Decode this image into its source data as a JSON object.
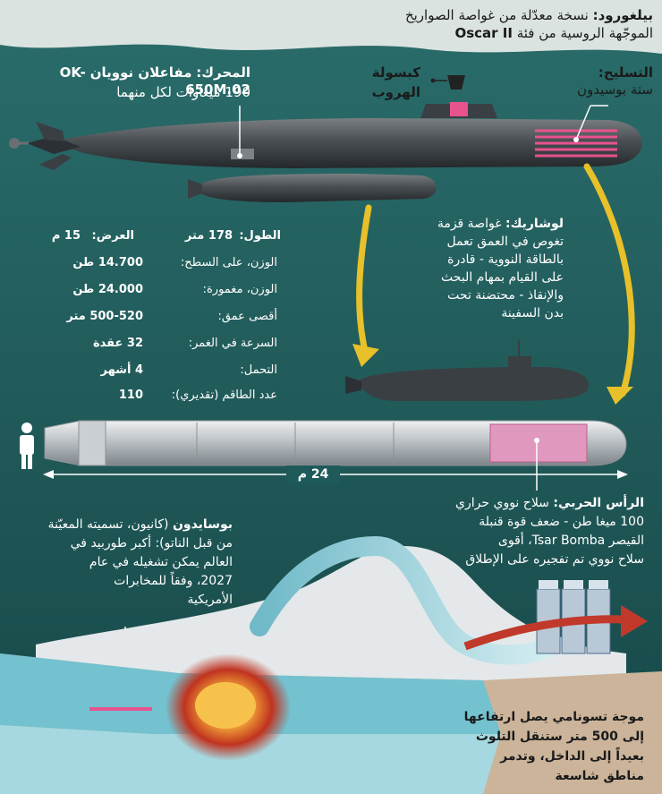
{
  "header": {
    "title_bold": "بيلغورود:",
    "title_rest": "نسخة معدّلة من غواصة الصواريخ",
    "line2": "الموجّهة الروسية من فئة",
    "class_name": "Oscar II"
  },
  "engine": {
    "label": "المحرك:",
    "desc": "مفاعلان نوويان",
    "model": "OK-650M.02",
    "power": "190 ميغاوات لكل منهما"
  },
  "escape_capsule": {
    "line1": "كبسولة",
    "line2": "الهروب"
  },
  "armament": {
    "label": "التسليح:",
    "desc": "ستة بوسيدون"
  },
  "losharik": {
    "label": "لوشاريك:",
    "lines": [
      "غواصة قزمة",
      "تغوص في العمق تعمل",
      "بالطاقة النووية - قادرة",
      "على القيام بمهام البحث",
      "والإنقاذ - محتضنة تحت",
      "بدن السفينة"
    ]
  },
  "specs": {
    "length_label": "الطول:",
    "length_value": "178 متر",
    "width_label": "العرض:",
    "width_value": "15 م",
    "rows": [
      {
        "label": "الوزن، على السطح:",
        "value": "14.700 طن"
      },
      {
        "label": "الوزن، مغمورة:",
        "value": "24.000 طن"
      },
      {
        "label": "أقصى عمق:",
        "value": "500-520 متر"
      },
      {
        "label": "السرعة في الغمر:",
        "value": "32 عقدة"
      },
      {
        "label": "التحمل:",
        "value": "4 أشهر"
      },
      {
        "label": "عدد الطاقم (تقديري):",
        "value": "110"
      }
    ]
  },
  "poseidon_length": "24 م",
  "warhead": {
    "label": "الرأس الحربي:",
    "lines": [
      "سلاح نووي حراري",
      "100 ميغا طن - ضعف قوة قنبلة",
      "القيصر Tsar Bomba، أقوى",
      "سلاح نووي تم تفجيره على الإطلاق"
    ]
  },
  "poseidon_info": {
    "label": "بوسايدون",
    "lines": [
      "(كانيون، تسميته المعيّنة",
      "من قبل الناتو): أكبر طوربيد في",
      "العالم يمكن تشغيله في عام",
      "2027، وفقاً للمخابرات",
      "الأمريكية"
    ]
  },
  "tsunami": {
    "lines": [
      "موجة تسونامي يصل ارتفاعها",
      "إلى 500 متر ستنقل التلوث",
      "بعيداً إلى الداخل، وتدمر",
      "مناطق شاسعة"
    ]
  },
  "colors": {
    "accent": "#e8528f",
    "arrow": "#e8c02a",
    "sea": "#1f5a5a",
    "sky": "#dbe3e0"
  }
}
